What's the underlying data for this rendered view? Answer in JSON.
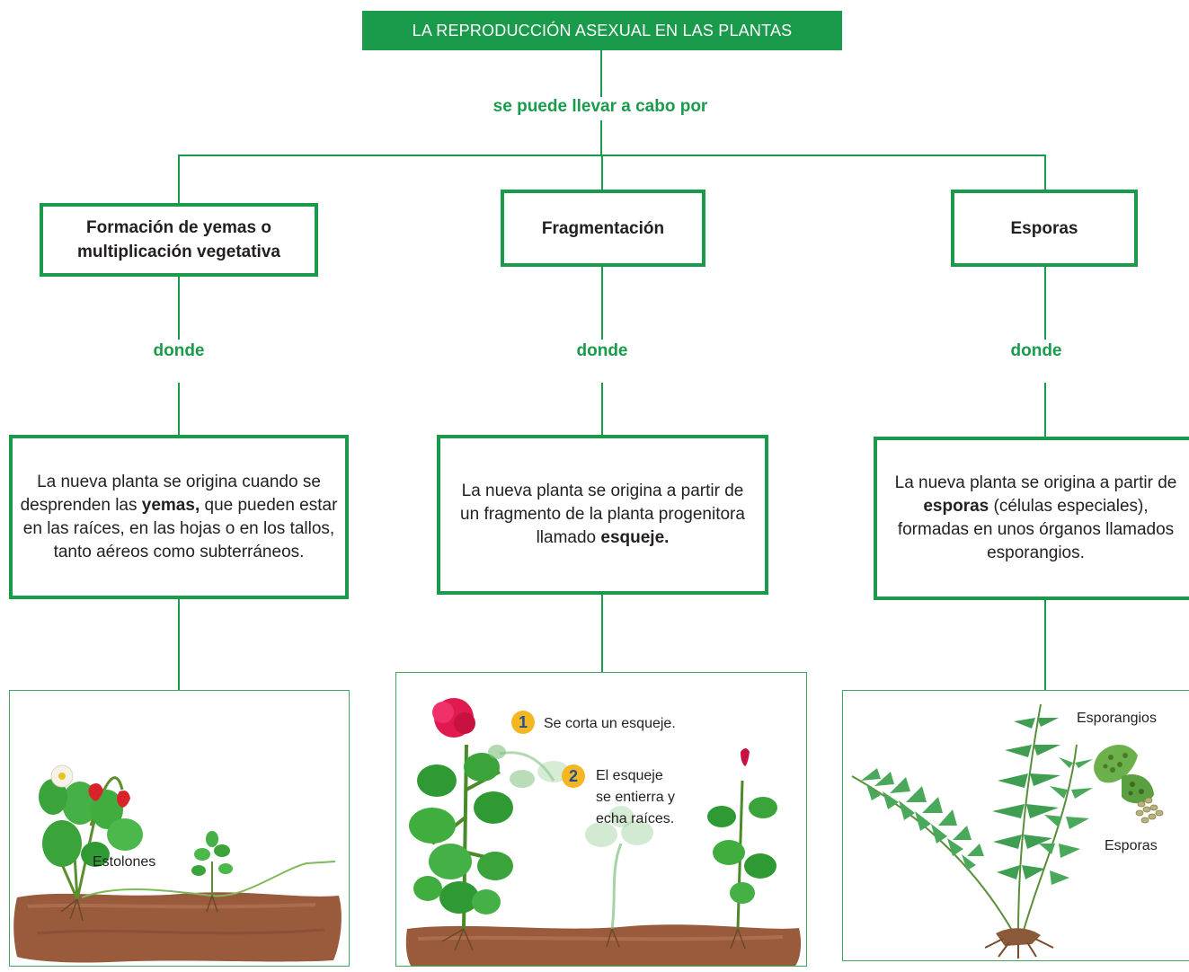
{
  "title": "LA REPRODUCCIÓN ASEXUAL EN LAS PLANTAS",
  "connector_main": "se puede llevar a cabo por",
  "connector_branch": "donde",
  "branches": [
    {
      "method_line1": "Formación de yemas o",
      "method_line2": "multiplicación vegetativa",
      "desc_before": "La nueva planta se origina cuando se desprenden las ",
      "desc_bold": "yemas,",
      "desc_after": " que pueden estar en las raíces, en las hojas o en los tallos, tanto aéreos como subterráneos.",
      "illustration_label": "Estolones"
    },
    {
      "method": "Fragmentación",
      "desc_before": "La nueva planta se origina a partir de un fragmento de la planta progenitora llamado ",
      "desc_bold": "esqueje.",
      "desc_after": "",
      "steps": [
        {
          "num": "1",
          "text": "Se corta un esqueje."
        },
        {
          "num": "2",
          "text_line1": "El esqueje",
          "text_line2": "se entierra y",
          "text_line3": "echa raíces."
        }
      ]
    },
    {
      "method": "Esporas",
      "desc_before": "La nueva planta se origina a partir de ",
      "desc_bold": "esporas",
      "desc_after": " (células especiales), formadas en unos órganos llamados esporangios.",
      "label_sporangia": "Esporangios",
      "label_spores": "Esporas"
    }
  ],
  "colors": {
    "accent_green": "#1a9b4b",
    "step_badge": "#f5b623",
    "step_number": "#1d4f91",
    "soil": "#9a5a3c",
    "leaf": "#3aa33a",
    "flower": "#e0194f"
  }
}
